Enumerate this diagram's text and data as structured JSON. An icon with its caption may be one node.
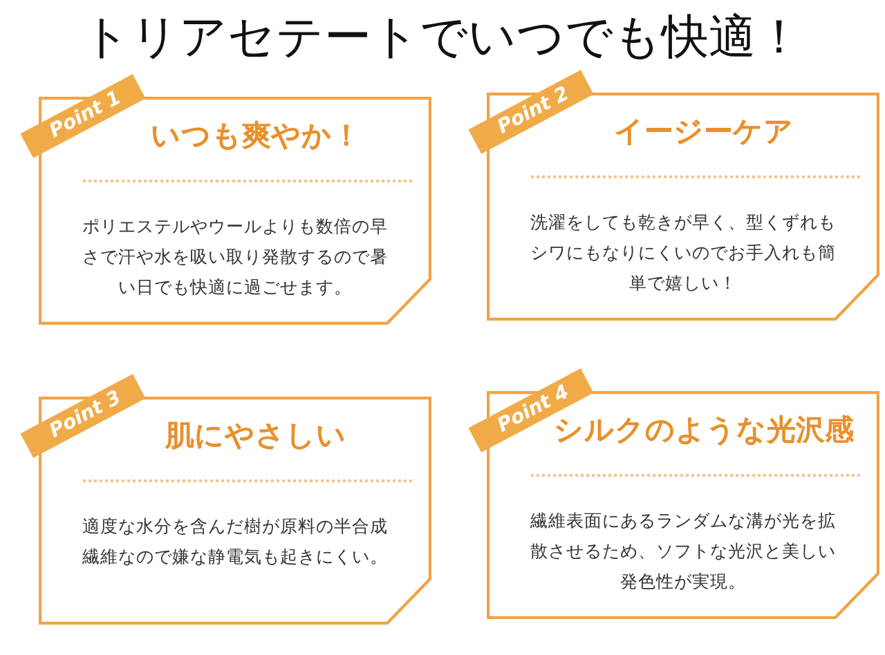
{
  "diagram": {
    "title": "トリアセテートでいつでも快適！",
    "nodes": [
      {
        "text": [
          "Point 1",
          "いつも爽やか！",
          "ポリエステルやウールよりも数倍の早さで汗や水を吸い取り発散するので暑い日でも快適に過ごせます。"
        ]
      },
      {
        "text": [
          "Point 2",
          "イージーケア",
          "洗濯をしても乾きが早く、型くずれもシワにもなりにくいのでお手入れも簡単で嬉しい！"
        ]
      },
      {
        "text": [
          "Point 3",
          "肌にやさしい",
          "適度な水分を含んだ樹が原料の半合成繊維なので嫌な静電気も起きにくい。"
        ]
      },
      {
        "text": [
          "Point 4",
          "シルクのような光沢感",
          "繊維表面にあるランダムな溝が光を拡散させるため、ソフトな光沢と美しい発色性が実現。"
        ]
      }
    ],
    "edges": []
  }
}
